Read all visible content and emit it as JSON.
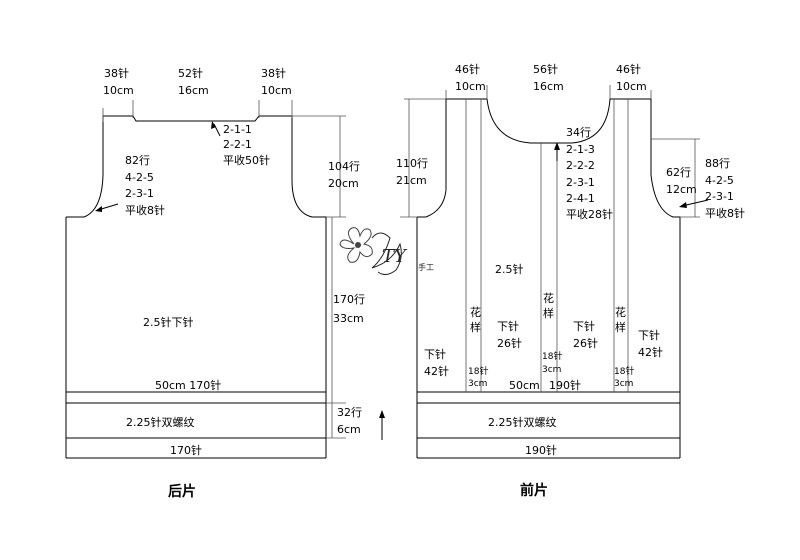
{
  "back": {
    "title": "后片",
    "shoulder_left": [
      "38针",
      "10cm"
    ],
    "neck": [
      "52针",
      "16cm"
    ],
    "shoulder_right": [
      "38针",
      "10cm"
    ],
    "neck_shaping": [
      "2-1-1",
      "2-2-1",
      "平收50针"
    ],
    "armhole_shaping": [
      "82行",
      "4-2-5",
      "2-3-1",
      "平收8针"
    ],
    "armhole_height": [
      "104行",
      "20cm"
    ],
    "body_height": [
      "170行",
      "33cm"
    ],
    "body_stitch": "2.5针下针",
    "width": "50cm  170针",
    "rib_height": [
      "32行",
      "6cm"
    ],
    "rib": "2.25针双螺纹",
    "bottom": "170针"
  },
  "front": {
    "title": "前片",
    "shoulder_left": [
      "46针",
      "10cm"
    ],
    "neck": [
      "56针",
      "16cm"
    ],
    "shoulder_right": [
      "46针",
      "10cm"
    ],
    "armhole_height_left": [
      "110行",
      "21cm"
    ],
    "neck_shaping": [
      "34行",
      "2-1-3",
      "2-2-2",
      "2-3-1",
      "2-4-1",
      "平收28针"
    ],
    "armhole_height_right": [
      "62行",
      "12cm"
    ],
    "armhole_shaping": [
      "88行",
      "4-2-5",
      "2-3-1",
      "平收8针"
    ],
    "body_gauge": "2.5针",
    "pattern_label_left": [
      "花",
      "样"
    ],
    "pattern_label_center": [
      "花",
      "样"
    ],
    "pattern_label_right": [
      "花",
      "样"
    ],
    "stockinette_left": [
      "下针",
      "42针"
    ],
    "stockinette_center_left": [
      "下针",
      "26针"
    ],
    "stockinette_center_right": [
      "下针",
      "26针"
    ],
    "stockinette_right": [
      "下针",
      "42针"
    ],
    "pattern_width_left": [
      "18针",
      "3cm"
    ],
    "pattern_width_center": [
      "18针",
      "3cm"
    ],
    "pattern_width_right": [
      "18针",
      "3cm"
    ],
    "width_cm": "50cm",
    "width_stitches": "190针",
    "rib": "2.25针双螺纹",
    "bottom": "190针"
  },
  "watermark": {
    "logo_text": "TY",
    "logo_sub": "手工"
  }
}
